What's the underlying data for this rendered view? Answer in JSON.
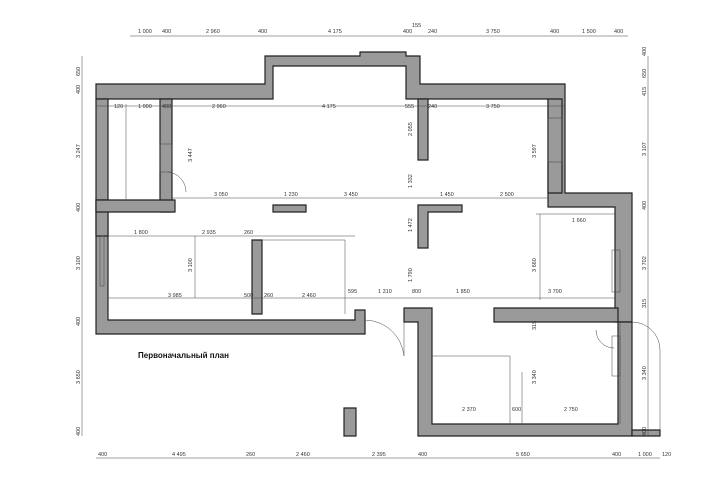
{
  "plan": {
    "title": "Первоначальный план",
    "top_dims": [
      "1 000",
      "400",
      "2 960",
      "400",
      "4 175",
      "400",
      "155",
      "240",
      "3 750",
      "400",
      "1 500",
      "400"
    ],
    "top_inner_dims": [
      "120",
      "1 000",
      "400",
      "2 960",
      "4 175",
      "555",
      "240",
      "3 750"
    ],
    "bottom_dims": [
      "400",
      "4 495",
      "260",
      "2 460",
      "2 395",
      "400",
      "5 650",
      "400",
      "1 000",
      "120"
    ],
    "left_dims": [
      "650",
      "400",
      "3 247",
      "400",
      "3 100",
      "400",
      "3 650",
      "400"
    ],
    "right_dims": [
      "400",
      "650",
      "415",
      "3 107",
      "400",
      "3 702",
      "315",
      "3 340",
      "400"
    ],
    "room_dims": [
      "3 447",
      "3 050",
      "1 230",
      "3 450",
      "1 450",
      "2 500",
      "2 055",
      "1 332",
      "1 472",
      "1 790",
      "3 597",
      "1 660",
      "1 800",
      "2 935",
      "260",
      "3 100",
      "3 985",
      "500",
      "260",
      "2 460",
      "595",
      "1 310",
      "800",
      "1 850",
      "3 700",
      "3 660",
      "315",
      "3 340",
      "2 370",
      "600",
      "2 750"
    ]
  }
}
